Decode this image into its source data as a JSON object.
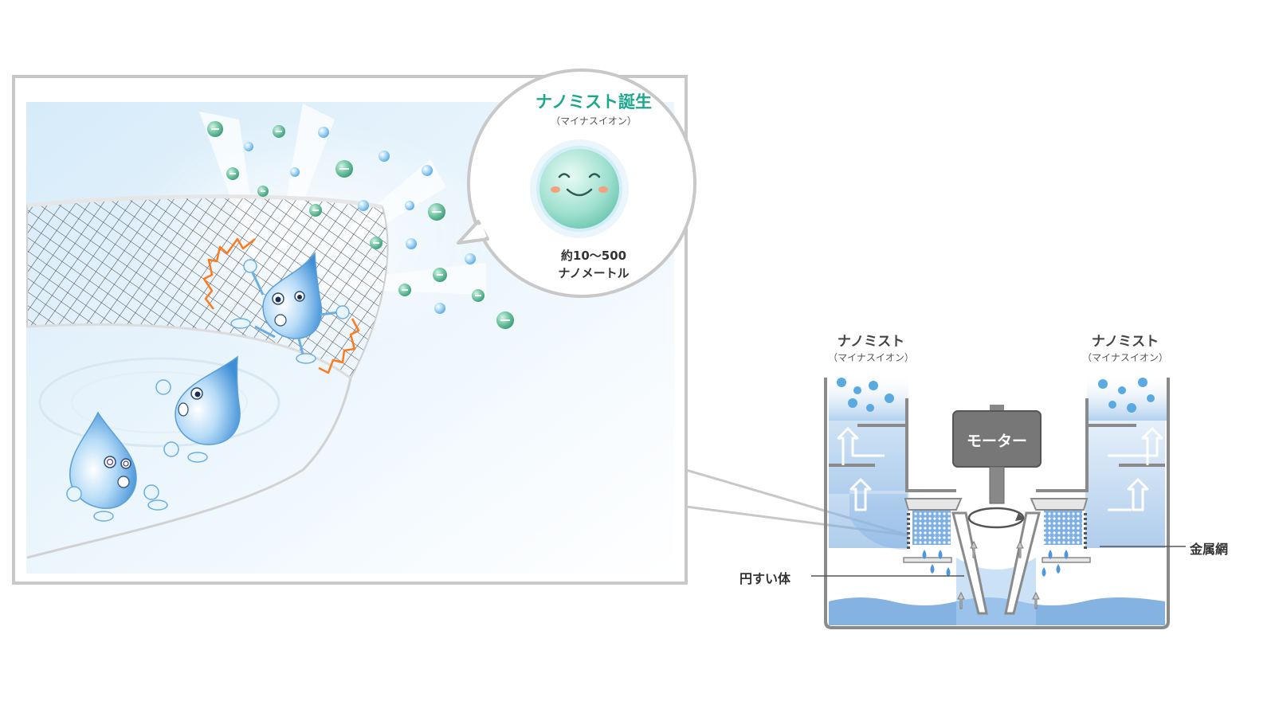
{
  "nano_bubble": {
    "title": "ナノミスト誕生",
    "subtitle": "（マイナスイオン）",
    "size": "約10～500",
    "unit": "ナノメートル"
  },
  "diagram": {
    "left_mist": {
      "title": "ナノミスト",
      "subtitle": "（マイナスイオン）"
    },
    "right_mist": {
      "title": "ナノミスト",
      "subtitle": "（マイナスイオン）"
    },
    "motor": "モーター",
    "mesh": "金属網",
    "cone": "円すい体"
  },
  "colors": {
    "accent_green": "#1ba88e",
    "water_blue": "#8ab8e4",
    "frame_gray": "#c8c8c8",
    "motor_gray": "#777777",
    "impact_orange": "#ff7a1a"
  }
}
